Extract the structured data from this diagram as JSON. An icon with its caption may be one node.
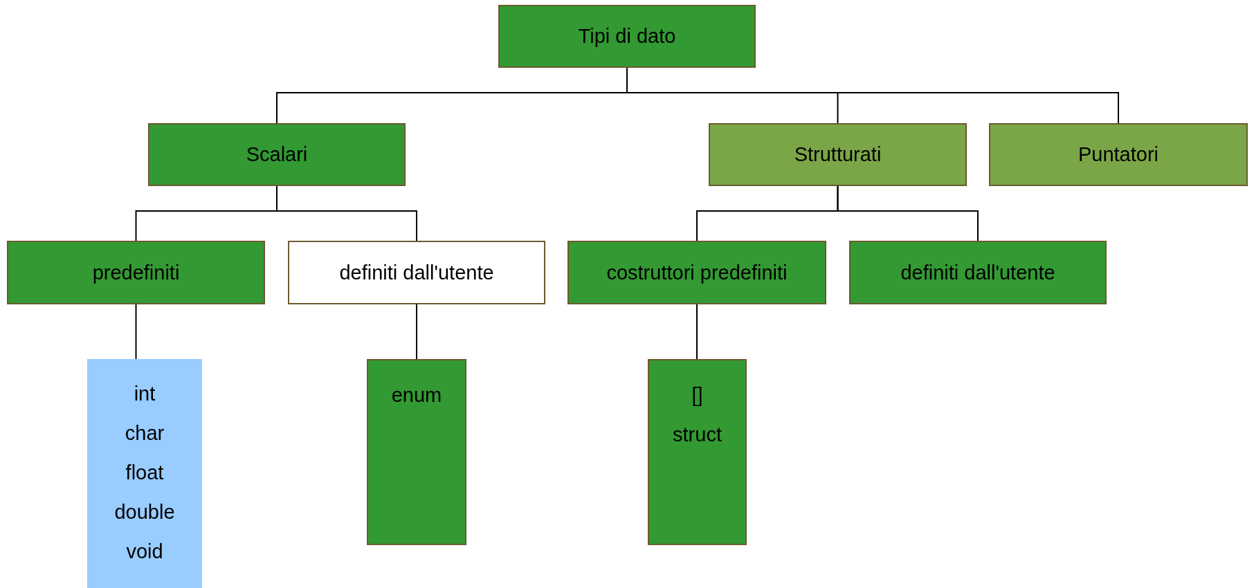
{
  "diagram": {
    "nodes": [
      {
        "text": [
          "Tipi di dato"
        ]
      },
      {
        "text": [
          "Scalari"
        ]
      },
      {
        "text": [
          "Strutturati"
        ]
      },
      {
        "text": [
          "Puntatori"
        ]
      },
      {
        "text": [
          "predefiniti"
        ]
      },
      {
        "text": [
          "definiti dall'utente"
        ]
      },
      {
        "text": [
          "costruttori predefiniti"
        ]
      },
      {
        "text": [
          "definiti dall'utente"
        ]
      },
      {
        "text": [
          "int",
          "char",
          "float",
          "double",
          "void"
        ]
      },
      {
        "text": [
          "enum"
        ]
      },
      {
        "text": [
          "[]",
          "struct"
        ]
      }
    ],
    "edges": [
      {
        "from": 0,
        "to": 1,
        "arrow": "none"
      },
      {
        "from": 0,
        "to": 2,
        "arrow": "none"
      },
      {
        "from": 0,
        "to": 3,
        "arrow": "none"
      },
      {
        "from": 1,
        "to": 4,
        "arrow": "none"
      },
      {
        "from": 1,
        "to": 5,
        "arrow": "none"
      },
      {
        "from": 2,
        "to": 6,
        "arrow": "none"
      },
      {
        "from": 2,
        "to": 7,
        "arrow": "none"
      },
      {
        "from": 4,
        "to": 8,
        "arrow": "none"
      },
      {
        "from": 5,
        "to": 9,
        "arrow": "none"
      },
      {
        "from": 6,
        "to": 10,
        "arrow": "none"
      }
    ]
  }
}
